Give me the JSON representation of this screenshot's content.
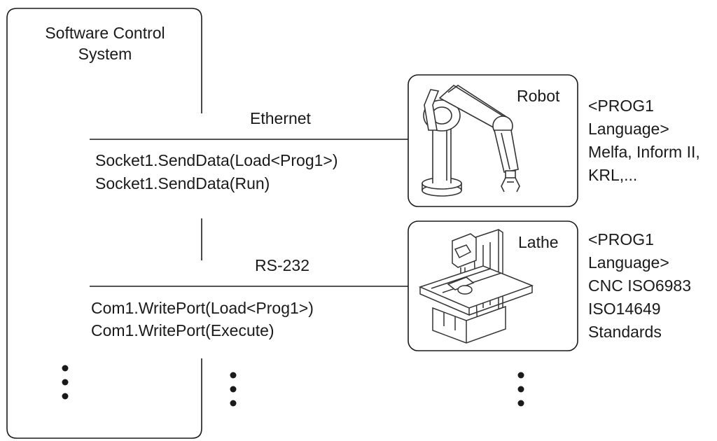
{
  "system": {
    "title_line1": "Software Control",
    "title_line2": "System"
  },
  "channels": [
    {
      "name": "Ethernet",
      "commands": [
        "Socket1.SendData(Load<Prog1>)",
        "Socket1.SendData(Run)"
      ]
    },
    {
      "name": "RS-232",
      "commands": [
        "Com1.WritePort(Load<Prog1>)",
        "Com1.WritePort(Execute)"
      ]
    }
  ],
  "devices": [
    {
      "name": "Robot",
      "icon": "robot-arm-icon",
      "language": [
        "<PROG1",
        "Language>",
        "Melfa, Inform II,",
        "KRL,..."
      ]
    },
    {
      "name": "Lathe",
      "icon": "lathe-machine-icon",
      "language": [
        "<PROG1",
        "Language>",
        "CNC ISO6983",
        "ISO14649",
        "Standards"
      ]
    }
  ],
  "colors": {
    "line": "#1a1a1a",
    "icon": "#333333"
  }
}
